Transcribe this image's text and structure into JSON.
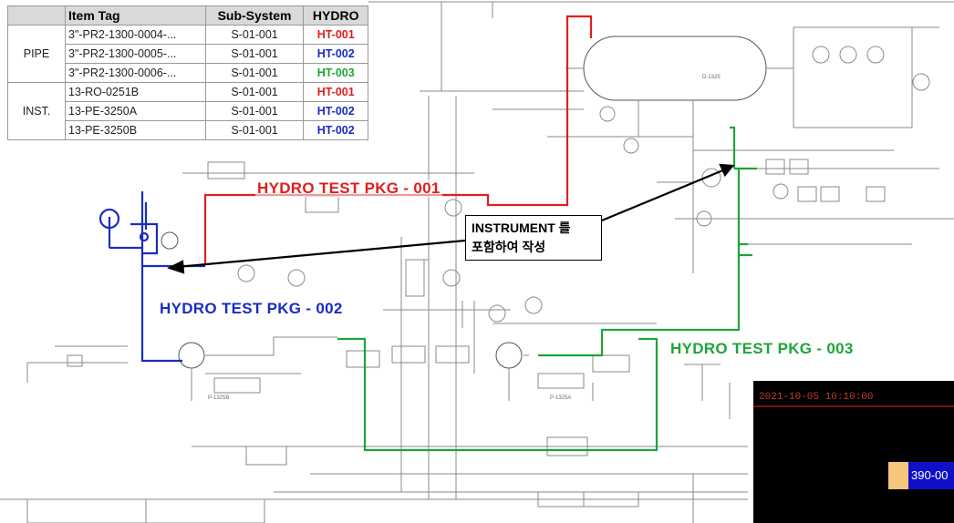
{
  "table": {
    "headers": [
      "Item Tag",
      "Sub-System",
      "HYDRO"
    ],
    "groups": [
      {
        "label": "PIPE",
        "rows": [
          {
            "tag": "3\"-PR2-1300-0004-...",
            "subsystem": "S-01-001",
            "hydro": "HT-001",
            "color": "#e01e1e"
          },
          {
            "tag": "3\"-PR2-1300-0005-...",
            "subsystem": "S-01-001",
            "hydro": "HT-002",
            "color": "#1a2cc4"
          },
          {
            "tag": "3\"-PR2-1300-0006-...",
            "subsystem": "S-01-001",
            "hydro": "HT-003",
            "color": "#1fa43a"
          }
        ]
      },
      {
        "label": "INST.",
        "rows": [
          {
            "tag": "13-RO-0251B",
            "subsystem": "S-01-001",
            "hydro": "HT-001",
            "color": "#e01e1e"
          },
          {
            "tag": "13-PE-3250A",
            "subsystem": "S-01-001",
            "hydro": "HT-002",
            "color": "#1a2cc4"
          },
          {
            "tag": "13-PE-3250B",
            "subsystem": "S-01-001",
            "hydro": "HT-002",
            "color": "#1a2cc4"
          }
        ]
      }
    ]
  },
  "packages": {
    "pkg1": {
      "label": "HYDRO TEST PKG - 001",
      "color": "#e01e1e"
    },
    "pkg2": {
      "label": "HYDRO TEST PKG - 002",
      "color": "#1a2cc4"
    },
    "pkg3": {
      "label": "HYDRO TEST PKG - 003",
      "color": "#1fa43a"
    }
  },
  "callout": {
    "line1": "INSTRUMENT 를",
    "line2": "포함하여 작성"
  },
  "panel": {
    "timestamp": "2021-10-05 10:10:00",
    "value": "390-00"
  },
  "drawing": {
    "vessel_tag": "D-1325",
    "pump1_tag": "P-1325B",
    "pump2_tag": "P-1325A"
  }
}
